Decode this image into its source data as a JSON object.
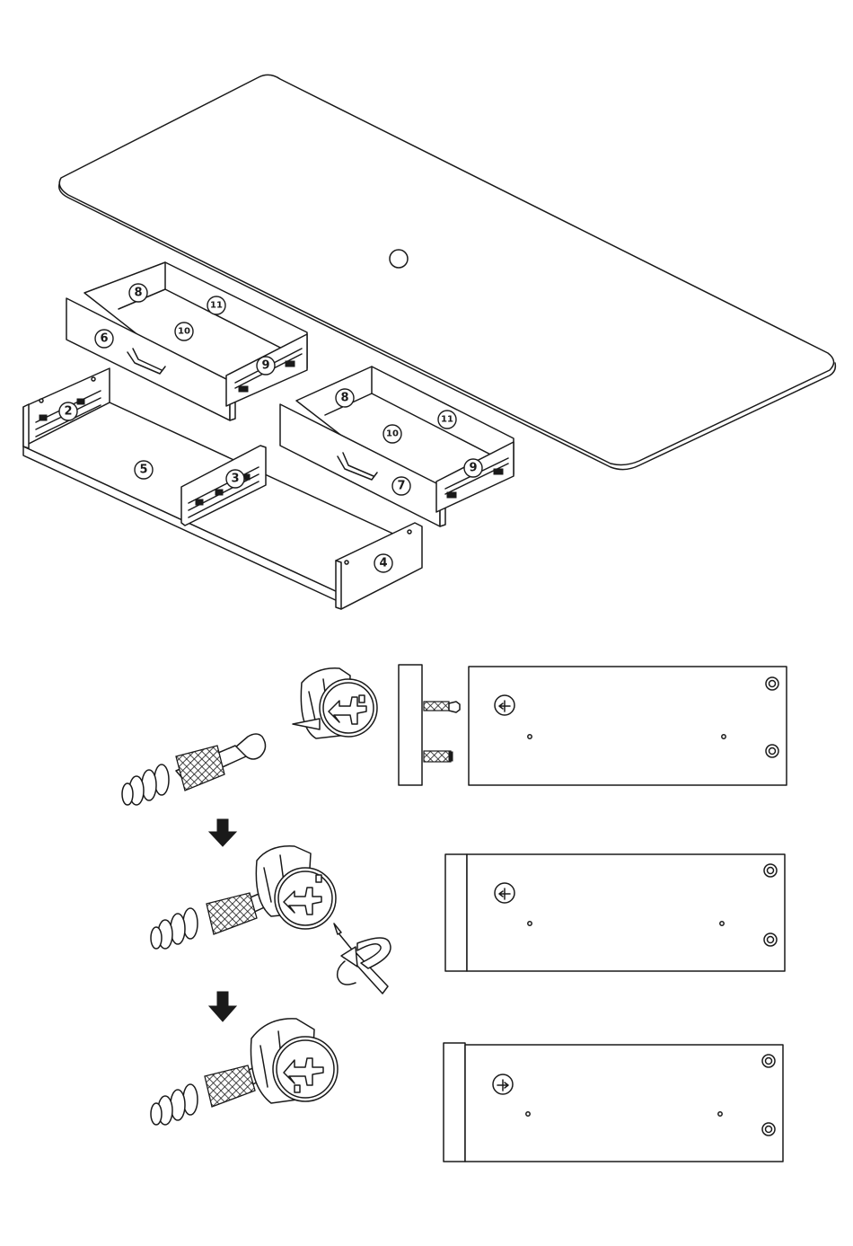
{
  "part_labels": {
    "p2": "2",
    "p3": "3",
    "p4": "4",
    "p5": "5",
    "p6": "6",
    "p7": "7",
    "p8a": "8",
    "p8b": "8",
    "p9a": "9",
    "p9b": "9",
    "p10a": "10",
    "p10b": "10",
    "p11a": "11",
    "p11b": "11"
  },
  "icons": {
    "step_arrow": "arrow-down-icon",
    "rotate": "rotate-arrow-icon",
    "screwdriver": "screwdriver-icon"
  },
  "colors": {
    "line": "#1a1a1a",
    "background": "#ffffff"
  }
}
